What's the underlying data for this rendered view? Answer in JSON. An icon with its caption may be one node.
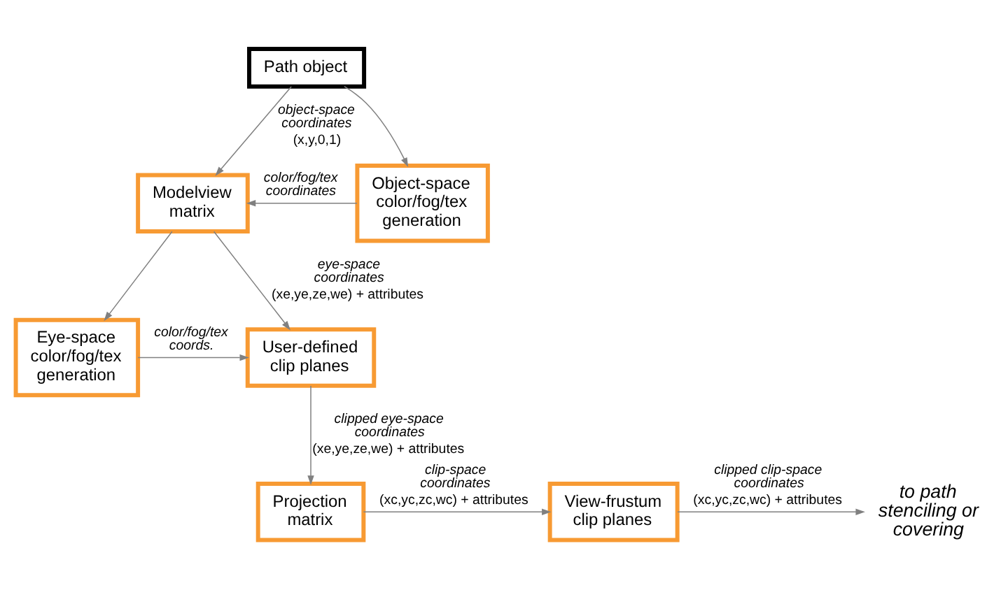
{
  "diagram": {
    "nodes": [
      {
        "text": [
          "Path object"
        ]
      },
      {
        "text": [
          "Modelview matrix"
        ]
      },
      {
        "text": [
          "Object-space color/fog/tex generation"
        ]
      },
      {
        "text": [
          "Eye-space color/fog/tex generation"
        ]
      },
      {
        "text": [
          "User-defined clip planes"
        ]
      },
      {
        "text": [
          "Projection matrix"
        ]
      },
      {
        "text": [
          "View-frustum clip planes"
        ]
      },
      {
        "text": [
          "to path stenciling or covering"
        ]
      }
    ],
    "edges": [
      {
        "from": 0,
        "to": 1,
        "arrow": "to",
        "label": "object-space coordinates"
      },
      {
        "from": 0,
        "to": 2,
        "arrow": "to"
      },
      {
        "from": 2,
        "to": 1,
        "arrow": "to",
        "label": "color/fog/tex coordinates"
      },
      {
        "from": 1,
        "to": 4,
        "arrow": "to",
        "label": "eye-space coordinates"
      },
      {
        "from": 1,
        "to": 3,
        "arrow": "to"
      },
      {
        "from": 3,
        "to": 4,
        "arrow": "to",
        "label": "color/fog/tex coords."
      },
      {
        "from": 4,
        "to": 5,
        "arrow": "to",
        "label": "clipped eye-space coordinates"
      },
      {
        "from": 5,
        "to": 6,
        "arrow": "to",
        "label": "clip-space coordinates"
      },
      {
        "from": 6,
        "to": 7,
        "arrow": "to",
        "label": "clipped clip-space coordinates"
      }
    ],
    "labels": [
      "(x,y,0,1)",
      "(xe,ye,ze,we) + attributes",
      "(xe,ye,ze,we) + attributes",
      "(xc,yc,zc,wc) + attributes",
      "(xc,yc,zc,wc) + attributes"
    ]
  }
}
